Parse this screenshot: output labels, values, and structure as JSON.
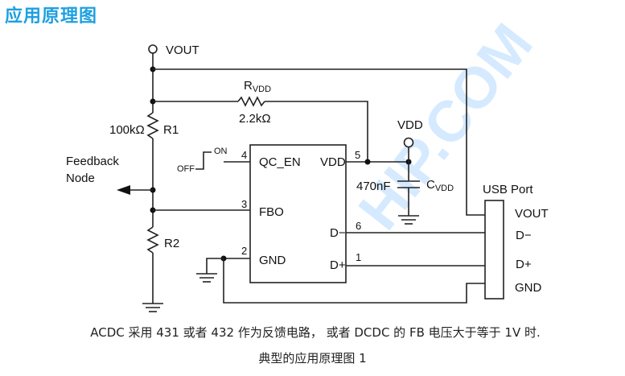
{
  "title": "应用原理图",
  "schematic": {
    "vout_terminal": "VOUT",
    "rvdd": {
      "name": "R",
      "sub": "VDD",
      "value": "2.2kΩ"
    },
    "r1": {
      "name": "R1",
      "value": "100kΩ"
    },
    "r2": {
      "name": "R2"
    },
    "feedback_node": [
      "Feedback",
      "Node"
    ],
    "switch": {
      "off": "OFF",
      "on": "ON"
    },
    "vdd_terminal": "VDD",
    "cvdd": {
      "name": "C",
      "sub": "VDD",
      "value": "470nF"
    },
    "ic": {
      "left_pins": [
        {
          "num": "4",
          "name": "QC_EN"
        },
        {
          "num": "3",
          "name": "FBO"
        },
        {
          "num": "2",
          "name": "GND"
        }
      ],
      "right_pins": [
        {
          "num": "5",
          "name": "VDD"
        },
        {
          "num": "6",
          "name": "D−"
        },
        {
          "num": "1",
          "name": "D+"
        }
      ]
    },
    "usb_port": {
      "label": "USB Port",
      "pins": [
        "VOUT",
        "D−",
        "D+",
        "GND"
      ]
    }
  },
  "caption": {
    "line1": "ACDC 采用 431 或者 432 作为反馈电路，  或者 DCDC 的 FB 电压大于等于 1V 时.",
    "line2": "典型的应用原理图 1"
  },
  "watermark": "HIP.COM",
  "colors": {
    "title": "#1ea0e0",
    "watermark": "#1e90ff"
  }
}
